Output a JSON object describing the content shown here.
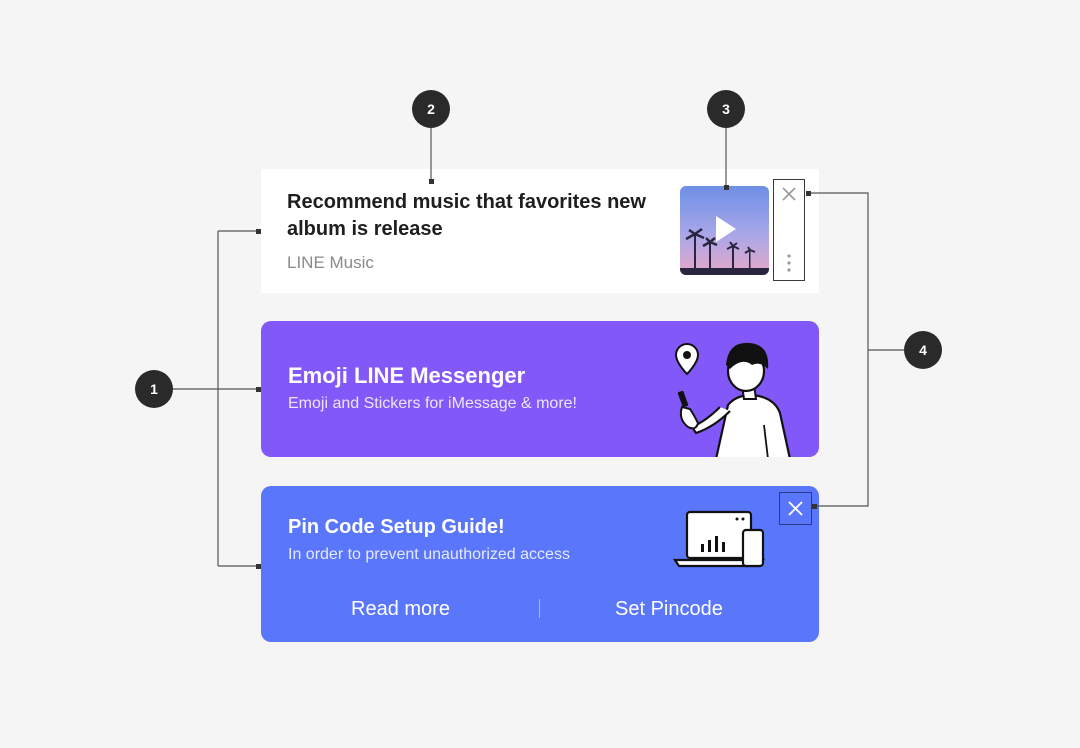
{
  "music_card": {
    "title": "Recommend music that favorites new album is release",
    "source": "LINE Music",
    "close_icon": "close-icon",
    "more_icon": "more-vertical-icon",
    "thumbnail_icon": "play-icon"
  },
  "emoji_card": {
    "title": "Emoji LINE Messenger",
    "subtitle": "Emoji and Stickers for iMessage & more!",
    "background": "#8358f8"
  },
  "pin_card": {
    "title": "Pin Code Setup Guide!",
    "subtitle": "In order to prevent unauthorized access",
    "read_more": "Read more",
    "set_pincode": "Set Pincode",
    "background": "#5a76fb",
    "close_icon": "close-icon"
  },
  "annotations": {
    "badge_1": "1",
    "badge_2": "2",
    "badge_3": "3",
    "badge_4": "4"
  }
}
